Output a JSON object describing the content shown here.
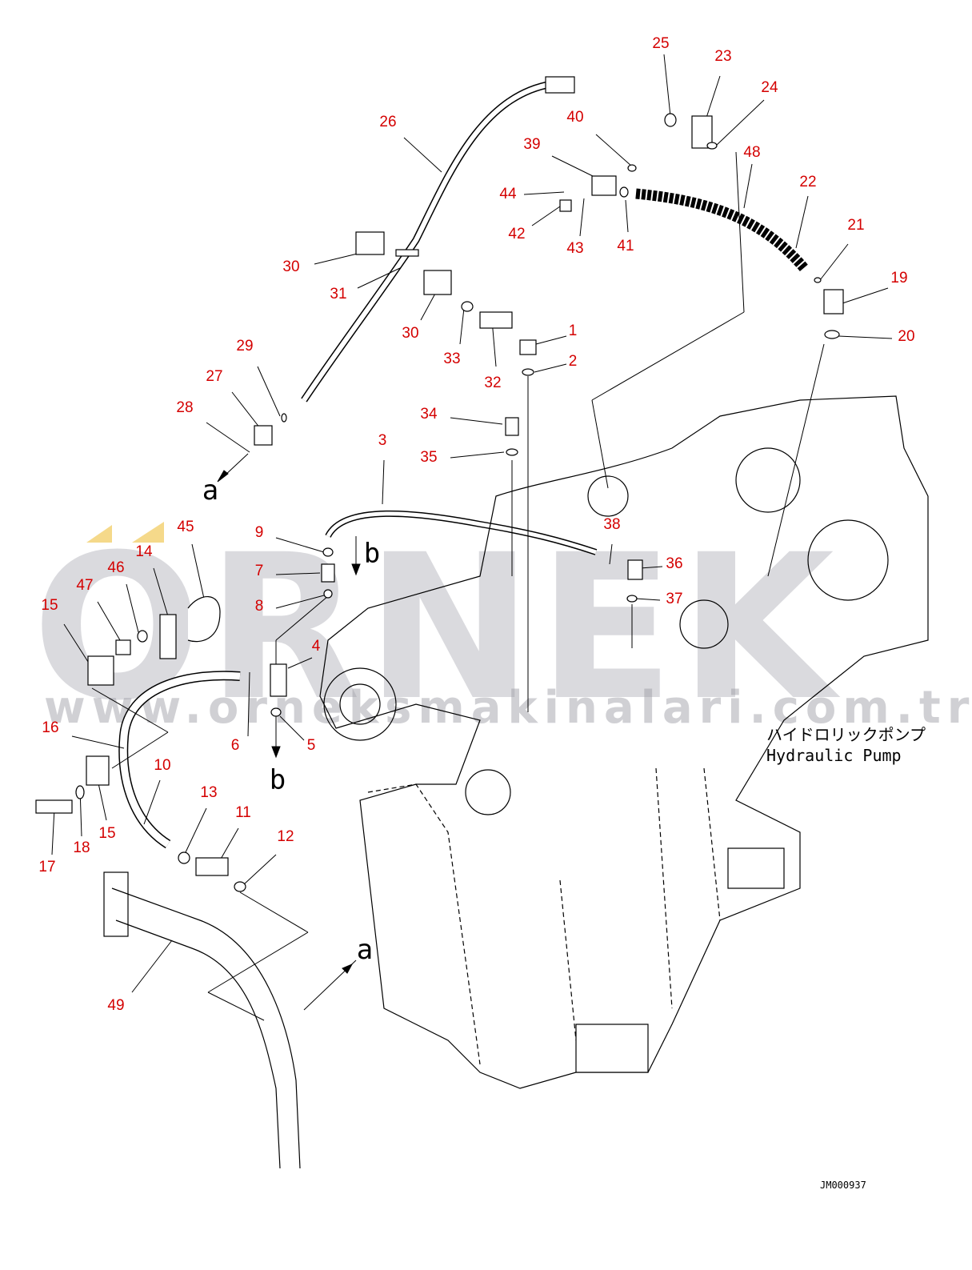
{
  "diagram": {
    "title_jp": "ハイドロリックポンプ",
    "title_en": "Hydraulic Pump",
    "drawing_code": "JM000937",
    "watermark_logo": "ORNEK",
    "watermark_url": "www.orneksmakinalari.com.tr",
    "callouts": [
      "25",
      "23",
      "24",
      "40",
      "26",
      "39",
      "48",
      "22",
      "44",
      "21",
      "42",
      "43",
      "41",
      "19",
      "30",
      "31",
      "30",
      "33",
      "1",
      "2",
      "32",
      "20",
      "29",
      "27",
      "28",
      "34",
      "3",
      "35",
      "45",
      "14",
      "38",
      "9",
      "46",
      "7",
      "36",
      "47",
      "15",
      "8",
      "37",
      "4",
      "16",
      "6",
      "5",
      "10",
      "13",
      "15",
      "11",
      "12",
      "17",
      "18",
      "49"
    ],
    "view_letters": [
      "a",
      "a",
      "b",
      "b"
    ],
    "colors": {
      "callout": "#d40000",
      "line": "#000000",
      "watermark": "#9696a0",
      "logo_accent": "#f5d98a"
    }
  }
}
